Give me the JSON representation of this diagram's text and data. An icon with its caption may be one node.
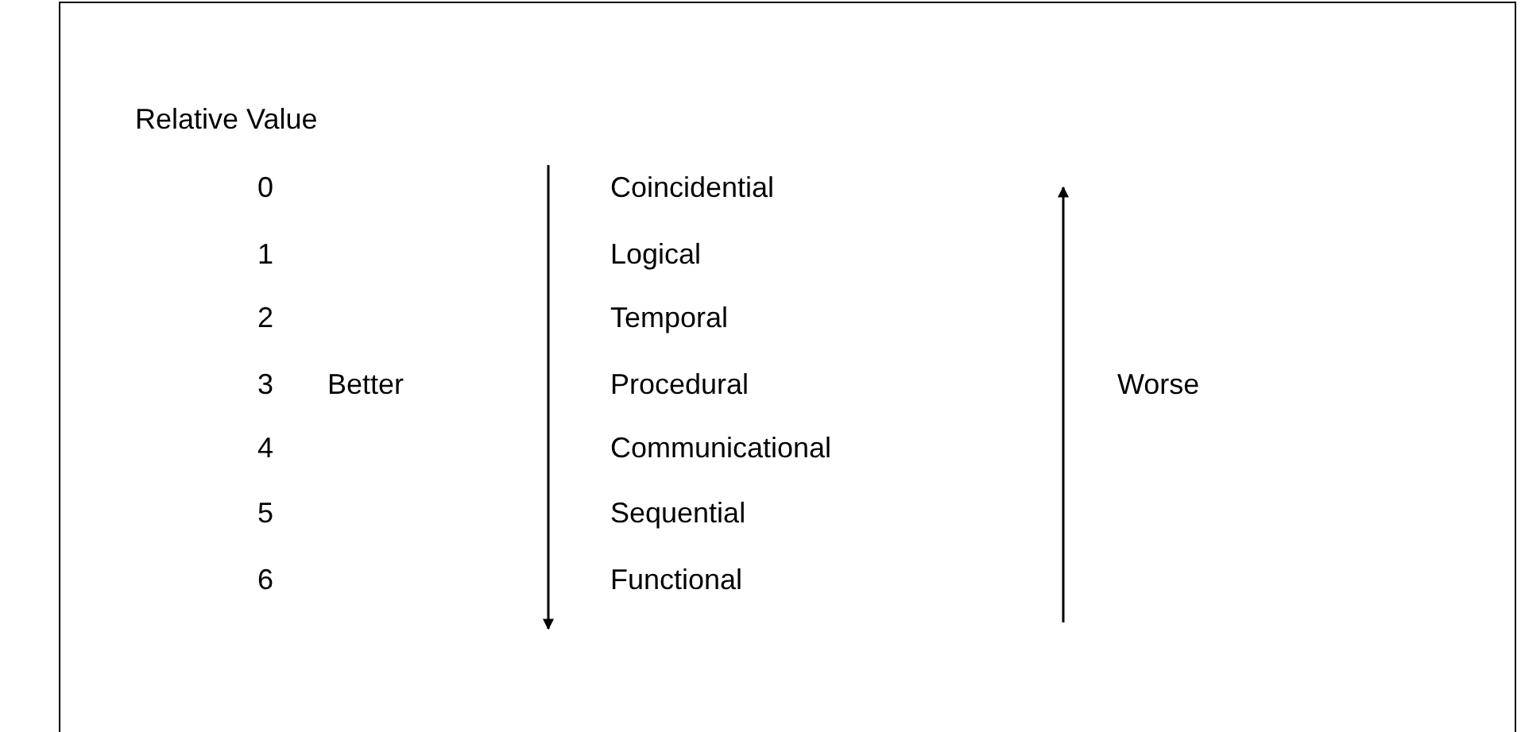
{
  "diagram": {
    "labels": [
      "Relative Value",
      "0",
      "Coincidential",
      "1",
      "Logical",
      "2",
      "Temporal",
      "3",
      "Better",
      "Procedural",
      "Worse",
      "4",
      "Communicational",
      "5",
      "Sequential",
      "6",
      "Functional"
    ]
  }
}
